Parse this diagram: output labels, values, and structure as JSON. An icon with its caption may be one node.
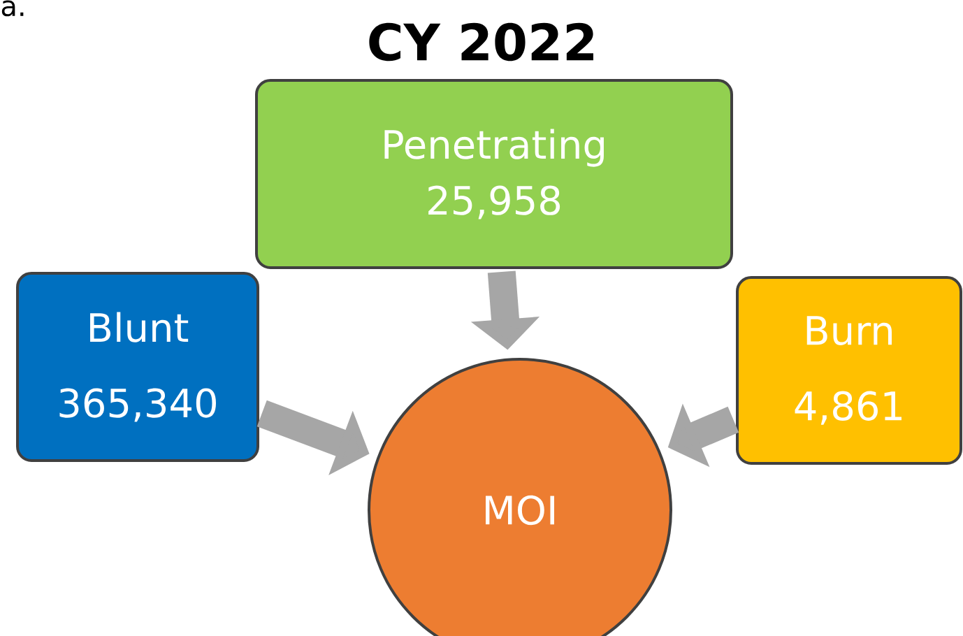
{
  "diagram": {
    "title": "CY 2022",
    "nodes": [
      {
        "text": [
          "Penetrating",
          "25,958"
        ]
      },
      {
        "text": [
          "Blunt",
          "365,340"
        ]
      },
      {
        "text": [
          "Burn",
          "4,861"
        ]
      },
      {
        "text": [
          "MOI"
        ]
      }
    ],
    "edges": [
      {
        "from": 0,
        "to": 3,
        "arrow": "to"
      },
      {
        "from": 1,
        "to": 3,
        "arrow": "to"
      },
      {
        "from": 2,
        "to": 3,
        "arrow": "to"
      }
    ],
    "labels": [
      "a."
    ]
  }
}
